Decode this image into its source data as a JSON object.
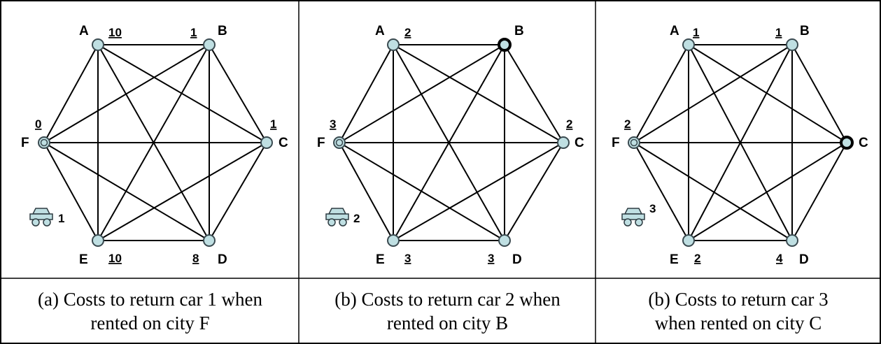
{
  "panels": [
    {
      "caption_line1": "(a) Costs to return car 1 when",
      "caption_line2": "rented on city F",
      "car_number": "1",
      "rental_city": "F",
      "nodes": [
        {
          "name": "A",
          "cost": "10"
        },
        {
          "name": "B",
          "cost": "1"
        },
        {
          "name": "C",
          "cost": "1"
        },
        {
          "name": "D",
          "cost": "8"
        },
        {
          "name": "E",
          "cost": "10"
        },
        {
          "name": "F",
          "cost": "0"
        }
      ]
    },
    {
      "caption_line1": "(b) Costs to return car 2 when",
      "caption_line2": "rented on city B",
      "car_number": "2",
      "rental_city": "B",
      "nodes": [
        {
          "name": "A",
          "cost": "2"
        },
        {
          "name": "B",
          "cost": ""
        },
        {
          "name": "C",
          "cost": "2"
        },
        {
          "name": "D",
          "cost": "3"
        },
        {
          "name": "E",
          "cost": "3"
        },
        {
          "name": "F",
          "cost": "3"
        }
      ]
    },
    {
      "caption_line1": "(b) Costs to return car 3",
      "caption_line2": "when rented on city C",
      "car_number": "3",
      "rental_city": "C",
      "nodes": [
        {
          "name": "A",
          "cost": "1"
        },
        {
          "name": "B",
          "cost": "1"
        },
        {
          "name": "C",
          "cost": ""
        },
        {
          "name": "D",
          "cost": "4"
        },
        {
          "name": "E",
          "cost": "2"
        },
        {
          "name": "F",
          "cost": "2"
        }
      ]
    }
  ],
  "colors": {
    "node_fill": "#bfdfe2",
    "node_stroke": "#3a4a50",
    "car_fill": "#bfdfe2",
    "edge": "#000000"
  }
}
